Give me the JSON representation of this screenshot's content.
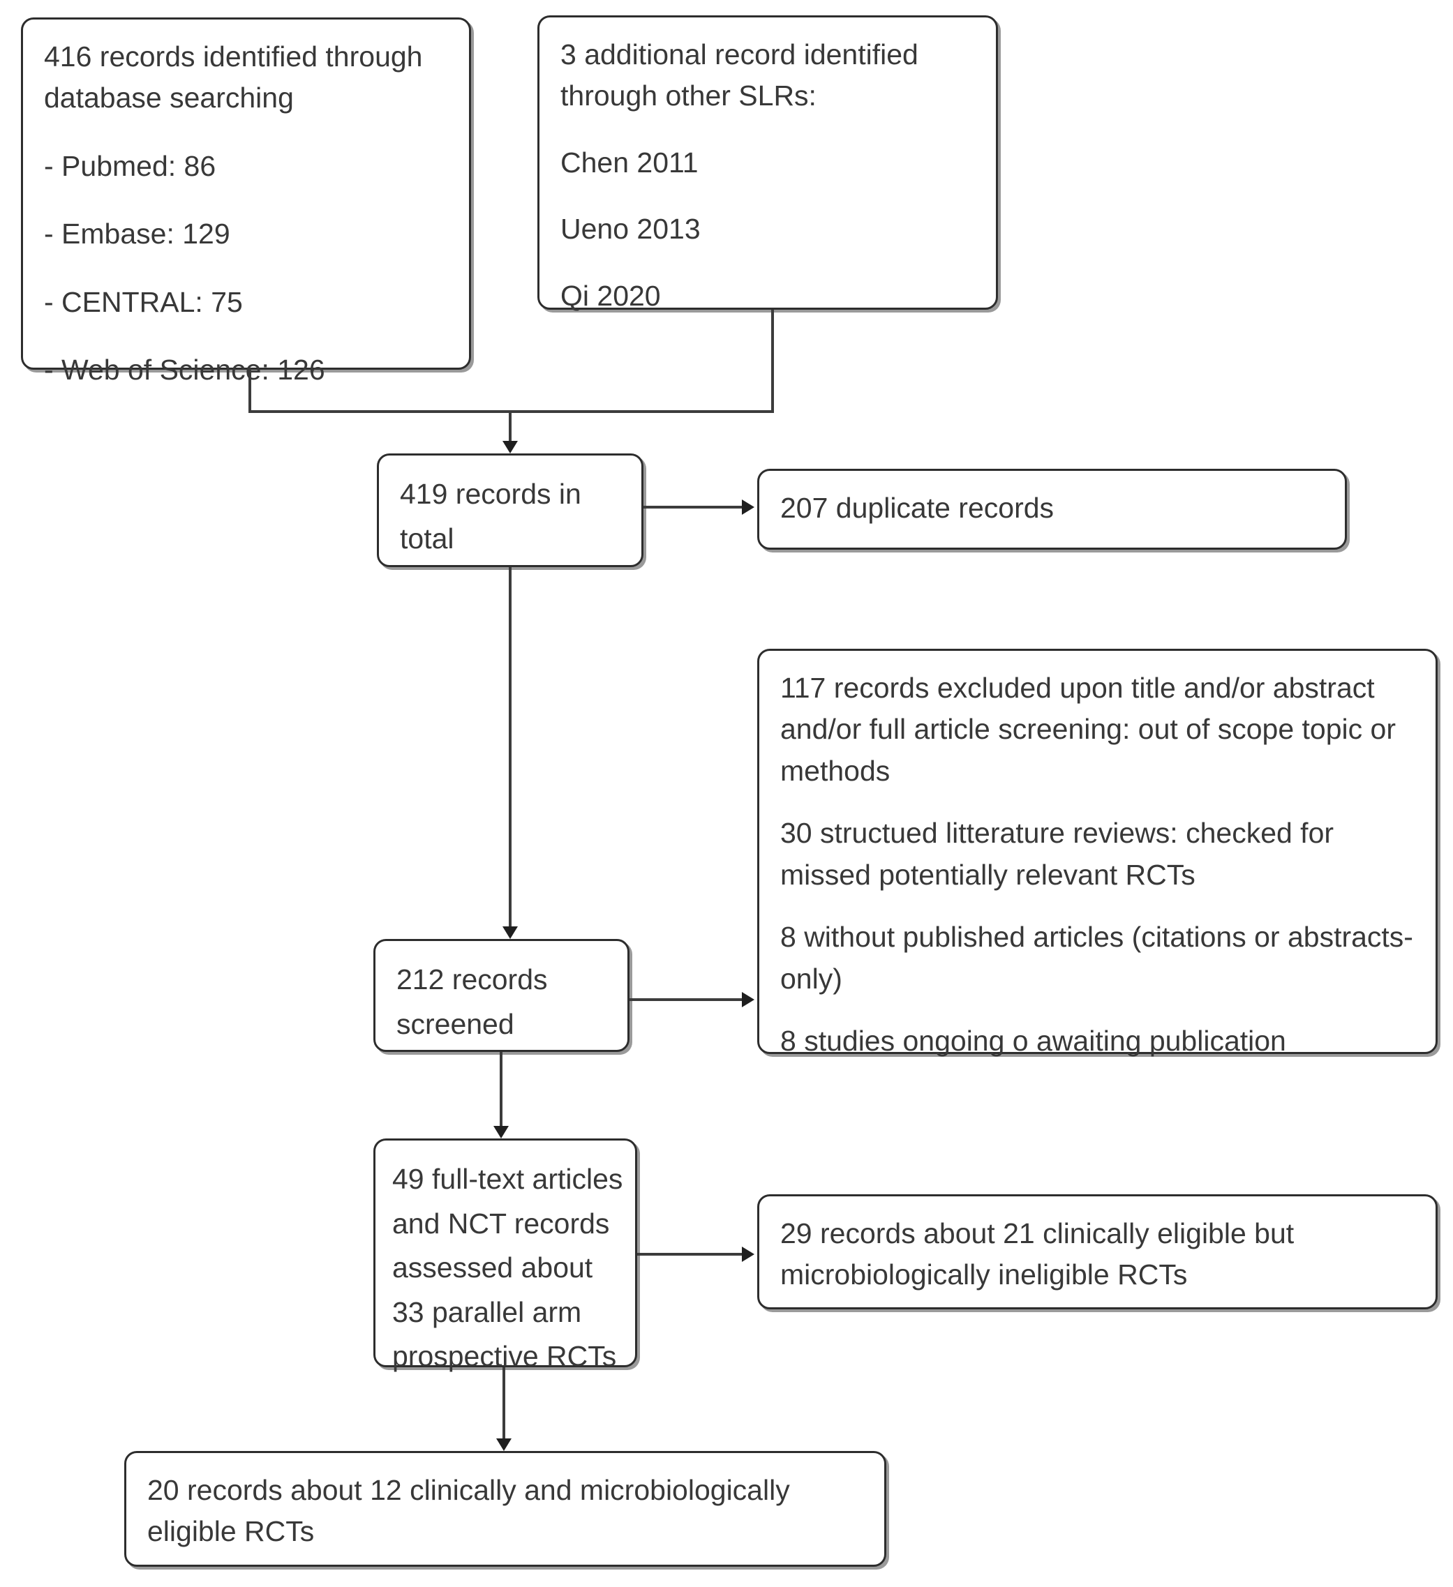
{
  "diagram_type": "prisma-flowchart",
  "colors": {
    "background": "#ffffff",
    "box_fill": "#ffffff",
    "box_border": "#2d2d2d",
    "connector": "#3c3c3c",
    "text": "#383838"
  },
  "boxes": {
    "identified": {
      "paragraphs": [
        "416 records identified through database searching",
        "- Pubmed: 86",
        "- Embase: 129",
        "- CENTRAL: 75",
        "- Web of Science: 126"
      ]
    },
    "additional": {
      "paragraphs": [
        "3 additional record identified through other SLRs:",
        "Chen 2011",
        "Ueno 2013",
        "Qi 2020"
      ]
    },
    "total": {
      "lines": [
        "419 records in",
        "total"
      ]
    },
    "duplicates": {
      "paragraphs": [
        "207 duplicate records"
      ]
    },
    "excluded": {
      "paragraphs": [
        "117 records excluded upon title and/or abstract and/or full article screening: out of scope topic or methods",
        "30 structued litterature reviews: checked for missed potentially relevant RCTs",
        "8 without published articles (citations or abstracts-only)",
        "8 studies ongoing o awaiting publication"
      ]
    },
    "screened": {
      "lines": [
        "212 records",
        "screened"
      ]
    },
    "fulltext": {
      "lines": [
        "49 full-text articles",
        "and NCT records",
        "assessed about",
        "33 parallel arm",
        "prospective RCTs"
      ]
    },
    "ineligible": {
      "paragraphs": [
        "29 records about 21 clinically eligible but microbiologically ineligible RCTs"
      ]
    },
    "eligible": {
      "paragraphs": [
        "20 records about 12 clinically and microbiologically eligible RCTs"
      ]
    }
  }
}
